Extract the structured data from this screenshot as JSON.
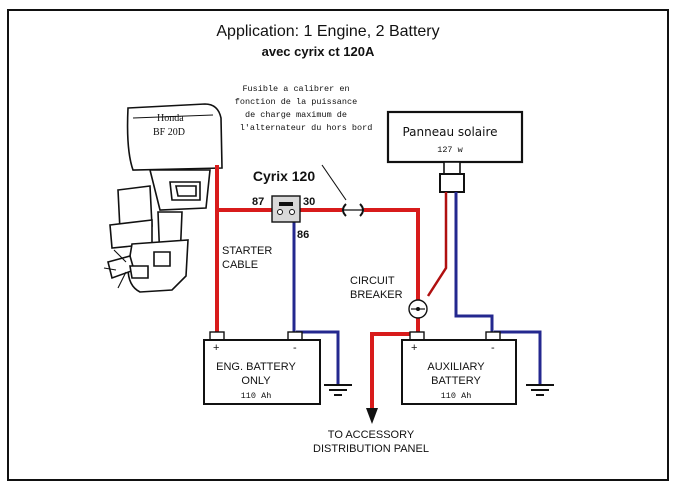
{
  "title": "Application: 1 Engine, 2 Battery",
  "subtitle": "avec cyrix ct 120A",
  "fuse_note": [
    "Fusible  a calibrer en",
    "fonction de la puissance",
    "de charge maximum de",
    "l'alternateur du hors bord"
  ],
  "engine": {
    "brand": "Honda",
    "model": "BF 20D"
  },
  "solar_panel": {
    "label": "Panneau solaire",
    "power": "127 w"
  },
  "cyrix": {
    "label": "Cyrix 120",
    "pin_left": "87",
    "pin_right": "30",
    "pin_bottom": "86"
  },
  "starter_cable": [
    "STARTER",
    "CABLE"
  ],
  "circuit_breaker": [
    "CIRCUIT",
    "BREAKER"
  ],
  "eng_battery": {
    "line1": "ENG. BATTERY",
    "line2": "ONLY",
    "capacity": "110 Ah",
    "plus": "+",
    "minus": "-"
  },
  "aux_battery": {
    "line1": "AUXILIARY",
    "line2": "BATTERY",
    "capacity": "110 Ah",
    "plus": "+",
    "minus": "-"
  },
  "accessory_panel": [
    "TO ACCESSORY",
    "DISTRIBUTION PANEL"
  ],
  "colors": {
    "positive_wire": "#d81b1b",
    "negative_wire": "#24288f",
    "frame": "#111111"
  }
}
